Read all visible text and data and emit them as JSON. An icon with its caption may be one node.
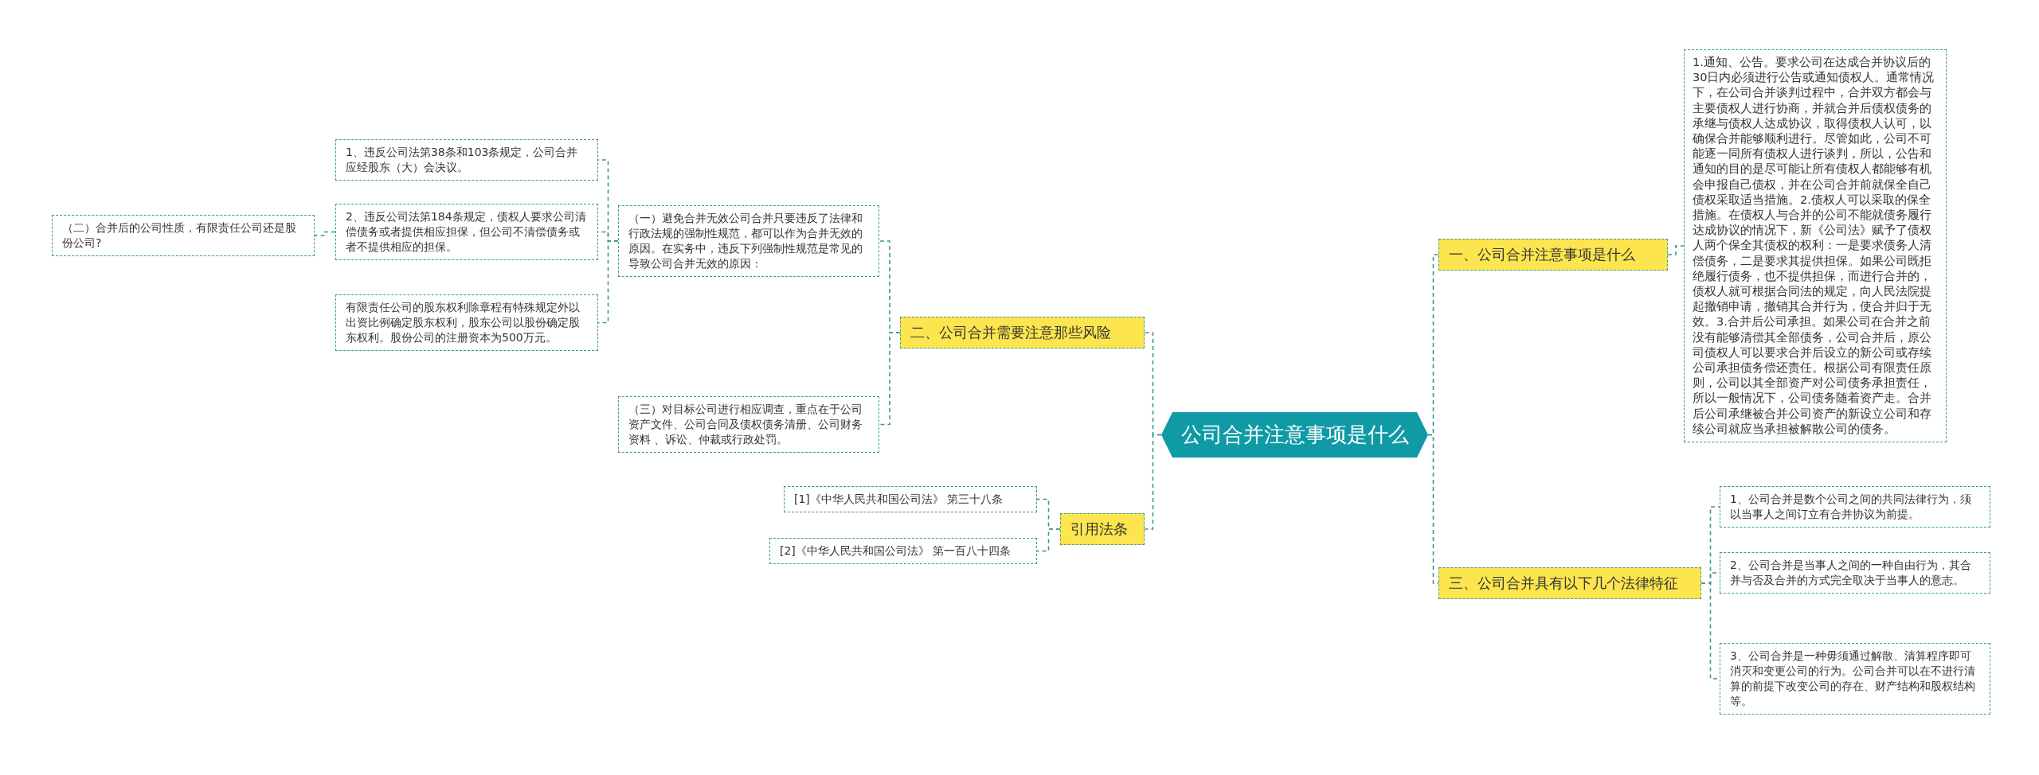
{
  "diagram": {
    "nodes": [
      {
        "text": [
          "公司合并注意事项是什么"
        ]
      },
      {
        "text": [
          "二、公司合并需要注意那些风险"
        ]
      },
      {
        "text": [
          "（一）避免合并无效公司合并只要违反了法律和行政法规的强制性规范，都可以作为合并无效的原因。在实务中，违反下列强制性规范是常见的导致公司合并无效的原因："
        ]
      },
      {
        "text": [
          "1、违反公司法第38条和103条规定，公司合并应经股东（大）会决议。"
        ]
      },
      {
        "text": [
          "2、违反公司法第184条规定，债权人要求公司清偿债务或者提供相应担保，但公司不清偿债务或者不提供相应的担保。"
        ]
      },
      {
        "text": [
          "有限责任公司的股东权利除章程有特殊规定外以出资比例确定股东权利，股东公司以股份确定股东权利。股份公司的注册资本为500万元。"
        ]
      },
      {
        "text": [
          "（二）合并后的公司性质，有限责任公司还是股份公司?"
        ]
      },
      {
        "text": [
          "（三）对目标公司进行相应调查，重点在于公司资产文件、公司合同及债权债务清册、公司财务资料 、诉讼、仲裁或行政处罚。"
        ]
      },
      {
        "text": [
          "引用法条"
        ]
      },
      {
        "text": [
          "[1]《中华人民共和国公司法》 第三十八条"
        ]
      },
      {
        "text": [
          "[2]《中华人民共和国公司法》 第一百八十四条"
        ]
      },
      {
        "text": [
          "一、公司合并注意事项是什么"
        ]
      },
      {
        "text": [
          "1.通知、公告。要求公司在达成合并协议后的30日内必须进行公告或通知债权人。通常情况下，在公司合并谈判过程中，合并双方都会与主要债权人进行协商，并就合并后债权债务的承继与债权人达成协议，取得债权人认可，以确保合并能够顺利进行。尽管如此，公司不可能逐一同所有债权人进行谈判，所以，公告和通知的目的是尽可能让所有债权人都能够有机会申报自己债权，并在公司合并前就保全自己债权采取适当措施。2.债权人可以采取的保全措施。在债权人与合并的公司不能就债务履行达成协议的情况下，新《公司法》赋予了债权人两个保全其债权的权利：一是要求债务人清偿债务，二是要求其提供担保。如果公司既拒绝履行债务，也不提供担保，而进行合并的，债权人就可根据合同法的规定，向人民法院提起撤销申请，撤销其合并行为，使合并归于无效。3.合并后公司承担。如果公司在合并之前没有能够清偿其全部债务，公司合并后，原公司债权人可以要求合并后设立的新公司或存续公司承担债务偿还责任。根据公司有限责任原则，公司以其全部资产对公司债务承担责任，所以一般情况下，公司债务随着资产走。合并后公司承继被合并公司资产的新设立公司和存续公司就应当承担被解散公司的债务。"
        ]
      },
      {
        "text": [
          "三、公司合并具有以下几个法律特征"
        ]
      },
      {
        "text": [
          "1、公司合并是数个公司之间的共同法律行为，须以当事人之间订立有合并协议为前提。"
        ]
      },
      {
        "text": [
          "2、公司合并是当事人之间的一种自由行为，其合并与否及合并的方式完全取决于当事人的意志。"
        ]
      },
      {
        "text": [
          "3、公司合并是一种毋须通过解散、清算程序即可消灭和变更公司的行为。公司合并可以在不进行清算的前提下改变公司的存在、财产结构和股权结构等。"
        ]
      }
    ],
    "edges": [
      {
        "from": 0,
        "to": 1,
        "arrow": "none",
        "style": "dashed"
      },
      {
        "from": 0,
        "to": 8,
        "arrow": "none",
        "style": "dashed"
      },
      {
        "from": 0,
        "to": 11,
        "arrow": "none",
        "style": "dashed"
      },
      {
        "from": 0,
        "to": 13,
        "arrow": "none",
        "style": "dashed"
      },
      {
        "from": 1,
        "to": 2,
        "arrow": "none",
        "style": "dashed"
      },
      {
        "from": 1,
        "to": 7,
        "arrow": "none",
        "style": "dashed"
      },
      {
        "from": 2,
        "to": 3,
        "arrow": "none",
        "style": "dashed"
      },
      {
        "from": 2,
        "to": 4,
        "arrow": "none",
        "style": "dashed"
      },
      {
        "from": 2,
        "to": 5,
        "arrow": "none",
        "style": "dashed"
      },
      {
        "from": 4,
        "to": 6,
        "arrow": "none",
        "style": "dashed"
      },
      {
        "from": 8,
        "to": 9,
        "arrow": "none",
        "style": "dashed"
      },
      {
        "from": 8,
        "to": 10,
        "arrow": "none",
        "style": "dashed"
      },
      {
        "from": 11,
        "to": 12,
        "arrow": "none",
        "style": "dashed"
      },
      {
        "from": 13,
        "to": 14,
        "arrow": "none",
        "style": "dashed"
      },
      {
        "from": 13,
        "to": 15,
        "arrow": "none",
        "style": "dashed"
      },
      {
        "from": 13,
        "to": 16,
        "arrow": "none",
        "style": "dashed"
      }
    ]
  }
}
